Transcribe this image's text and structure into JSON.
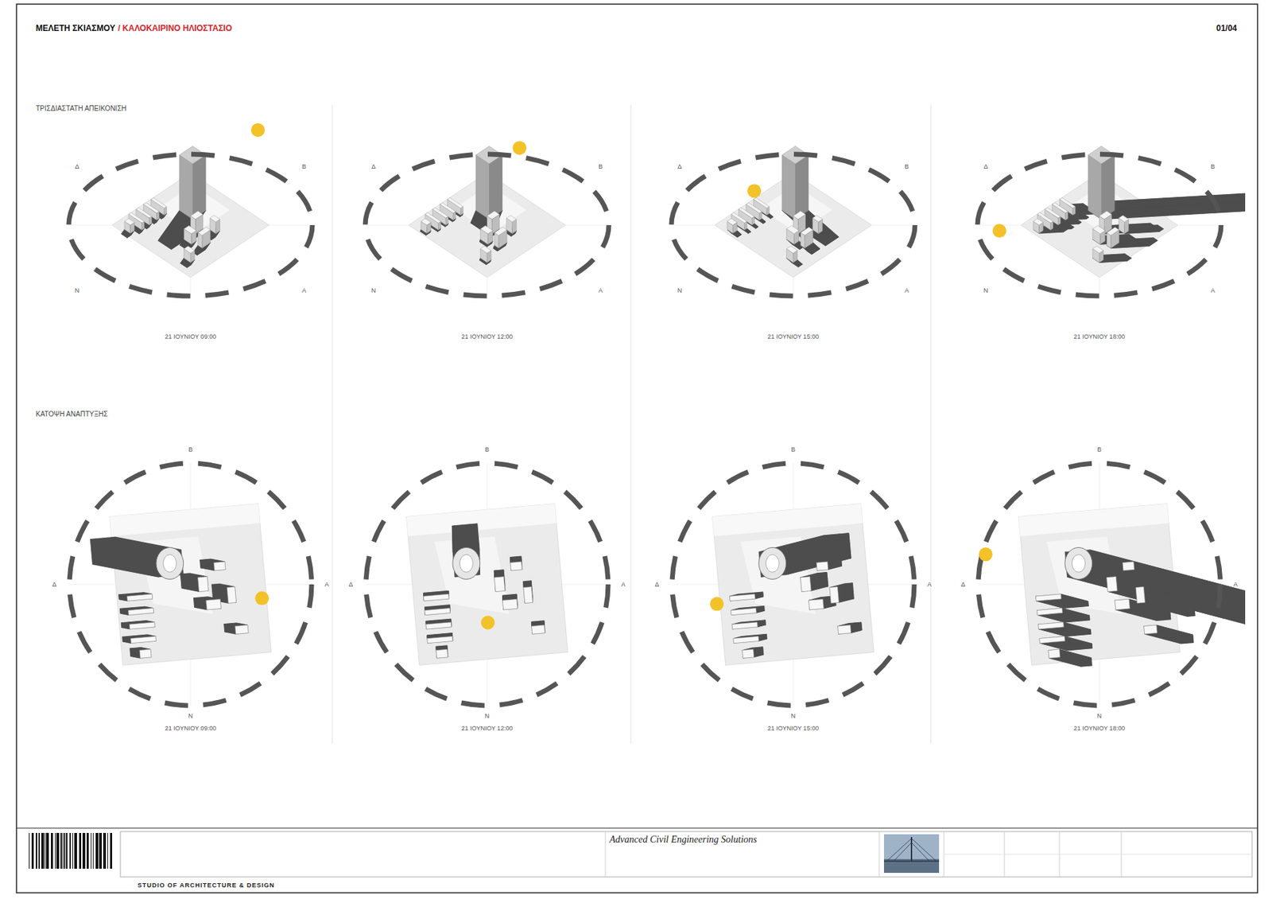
{
  "diagram": {
    "title": "ΜΕΛΕΤΗ ΣΚΙΑΣΜΟΥ",
    "labels": [
      "/ ΚΑΛΟΚΑΙΡΙΝΟ ΗΛΙΟΣΤΑΣΙΟ",
      "01/04",
      "ΤΡΙΣΔΙΑΣΤΑΤΗ ΑΠΕΙΚΟΝΙΣΗ",
      "ΚΑΤΟΨΗ ΑΝΑΠΤΥΞΗΣ",
      "21 ΙΟΥΝΙΟΥ 09:00",
      "21 ΙΟΥΝΙΟΥ 12:00",
      "21 ΙΟΥΝΙΟΥ 15:00",
      "21 ΙΟΥΝΙΟΥ 18:00",
      "21 ΙΟΥΝΙΟΥ 09:00",
      "21 ΙΟΥΝΙΟΥ 12:00",
      "21 ΙΟΥΝΙΟΥ 15:00",
      "21 ΙΟΥΝΙΟΥ 18:00",
      "Β",
      "Α",
      "Ν",
      "Δ",
      "Β",
      "Α",
      "Ν",
      "Δ",
      "Β",
      "Α",
      "Ν",
      "Δ",
      "Β",
      "Α",
      "Ν",
      "Δ",
      "Β",
      "Α",
      "Ν",
      "Δ",
      "Β",
      "Α",
      "Ν",
      "Δ",
      "Β",
      "Α",
      "Ν",
      "Δ",
      "Β",
      "Α",
      "Ν",
      "Δ",
      "Advanced Civil Engineering Solutions",
      "STUDIO OF ARCHITECTURE & DESIGN"
    ]
  }
}
